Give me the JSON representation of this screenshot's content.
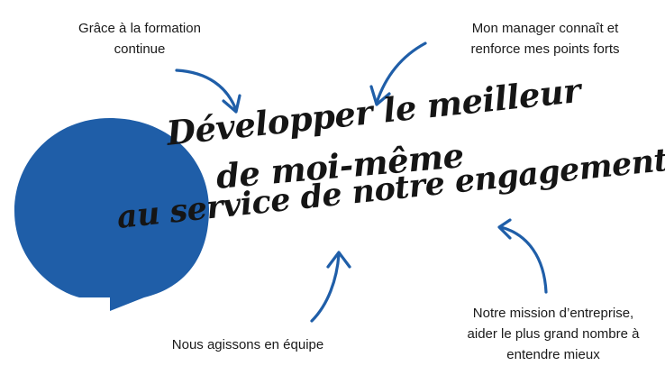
{
  "colors": {
    "brand_blue": "#1f5ea8",
    "text": "#1a1a1a"
  },
  "headline": {
    "line1": "Développer le meilleur",
    "line2": "de moi-même",
    "line3": "au service de notre engagement !"
  },
  "captions": {
    "top_left": [
      "Grâce à la formation",
      "continue"
    ],
    "top_right": [
      "Mon manager connaît et",
      "renforce mes points forts"
    ],
    "bottom_left": [
      "Nous agissons en équipe"
    ],
    "bottom_right": [
      "Notre mission d’entreprise,",
      "aider le plus grand nombre à",
      "entendre mieux"
    ]
  },
  "icons": {
    "bubble": "speech-bubble-icon",
    "arrow": "curved-arrow-icon"
  }
}
